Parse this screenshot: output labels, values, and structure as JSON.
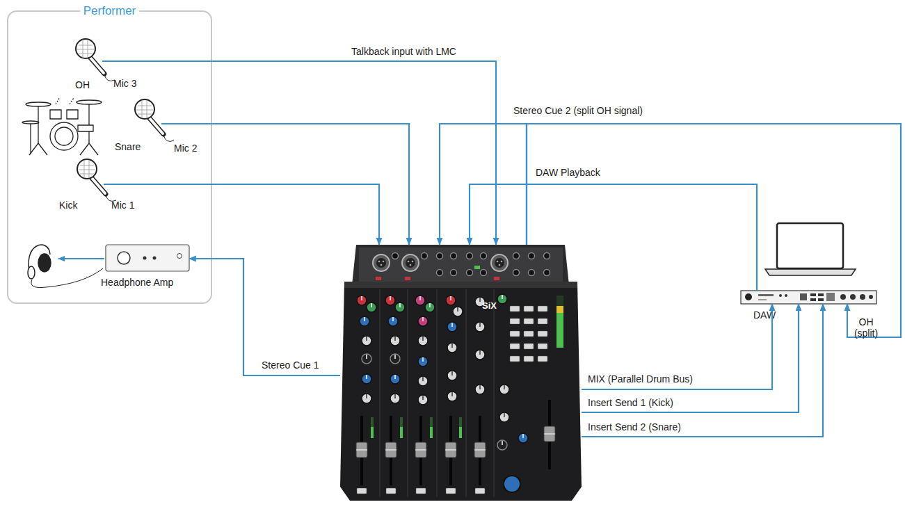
{
  "diagram": {
    "nodes": [
      {
        "text": [
          "Performer"
        ]
      },
      {
        "text": [
          "OH",
          "Mic 3"
        ],
        "in": 0
      },
      {
        "text": [
          "Snare",
          "Mic 2"
        ],
        "in": 0
      },
      {
        "text": [
          "Kick",
          "Mic 1"
        ],
        "in": 0
      },
      {
        "text": [
          "Headphone Amp"
        ],
        "in": 0
      },
      {
        "text": [
          "SiX"
        ]
      },
      {
        "text": [
          "DAW"
        ]
      }
    ],
    "edges": [
      {
        "from": 1,
        "to": 5,
        "arrow": "to",
        "label": "Talkback input with LMC"
      },
      {
        "from": 2,
        "to": 5,
        "arrow": "to"
      },
      {
        "from": 3,
        "to": 5,
        "arrow": "to"
      },
      {
        "from": 5,
        "to": 4,
        "arrow": "to",
        "label": "Stereo Cue 1"
      },
      {
        "from": 5,
        "to": 5,
        "arrow": "to"
      },
      {
        "from": 5,
        "to": 6,
        "arrow": "to",
        "label": "Stereo Cue 2 (split OH signal)"
      },
      {
        "from": 6,
        "to": 5,
        "arrow": "to",
        "label": "DAW Playback"
      },
      {
        "from": 5,
        "to": 6,
        "arrow": "to",
        "label": "MIX (Parallel Drum Bus)"
      },
      {
        "from": 5,
        "to": 6,
        "arrow": "to",
        "label": "Insert Send 1 (Kick)"
      },
      {
        "from": 5,
        "to": 6,
        "arrow": "to",
        "label": "Insert Send 2 (Snare)"
      }
    ],
    "labels": [
      "OH (split)"
    ]
  }
}
